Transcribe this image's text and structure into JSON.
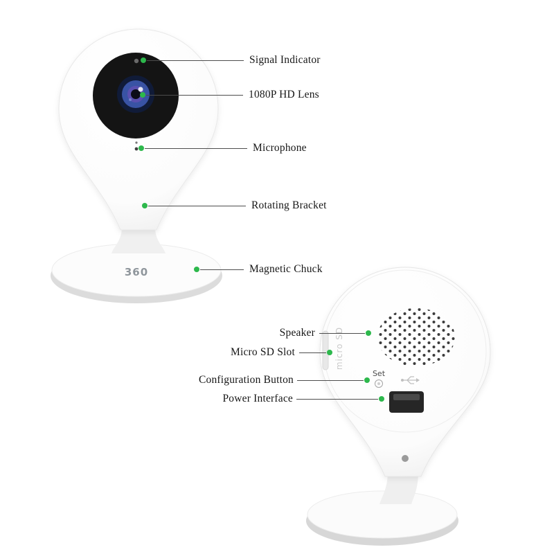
{
  "product": {
    "brand_logo": "360"
  },
  "front_labels": [
    {
      "label": "Signal Indicator"
    },
    {
      "label": "1080P HD Lens"
    },
    {
      "label": "Microphone"
    },
    {
      "label": "Rotating Bracket"
    },
    {
      "label": "Magnetic Chuck"
    }
  ],
  "back_labels": [
    {
      "label": "Speaker"
    },
    {
      "label": "Micro SD Slot"
    },
    {
      "label": "Configuration Button"
    },
    {
      "label": "Power Interface"
    }
  ],
  "back_details": {
    "sd_slot_marking": "micro SD",
    "set_button_marking": "Set"
  },
  "icons": {
    "usb_port_marking": "usb-trident-icon"
  },
  "colors": {
    "accent_green": "#2db84c",
    "lens_blue": "#3953a4",
    "camera_face_dark": "#141414",
    "port_dark": "#262626"
  }
}
